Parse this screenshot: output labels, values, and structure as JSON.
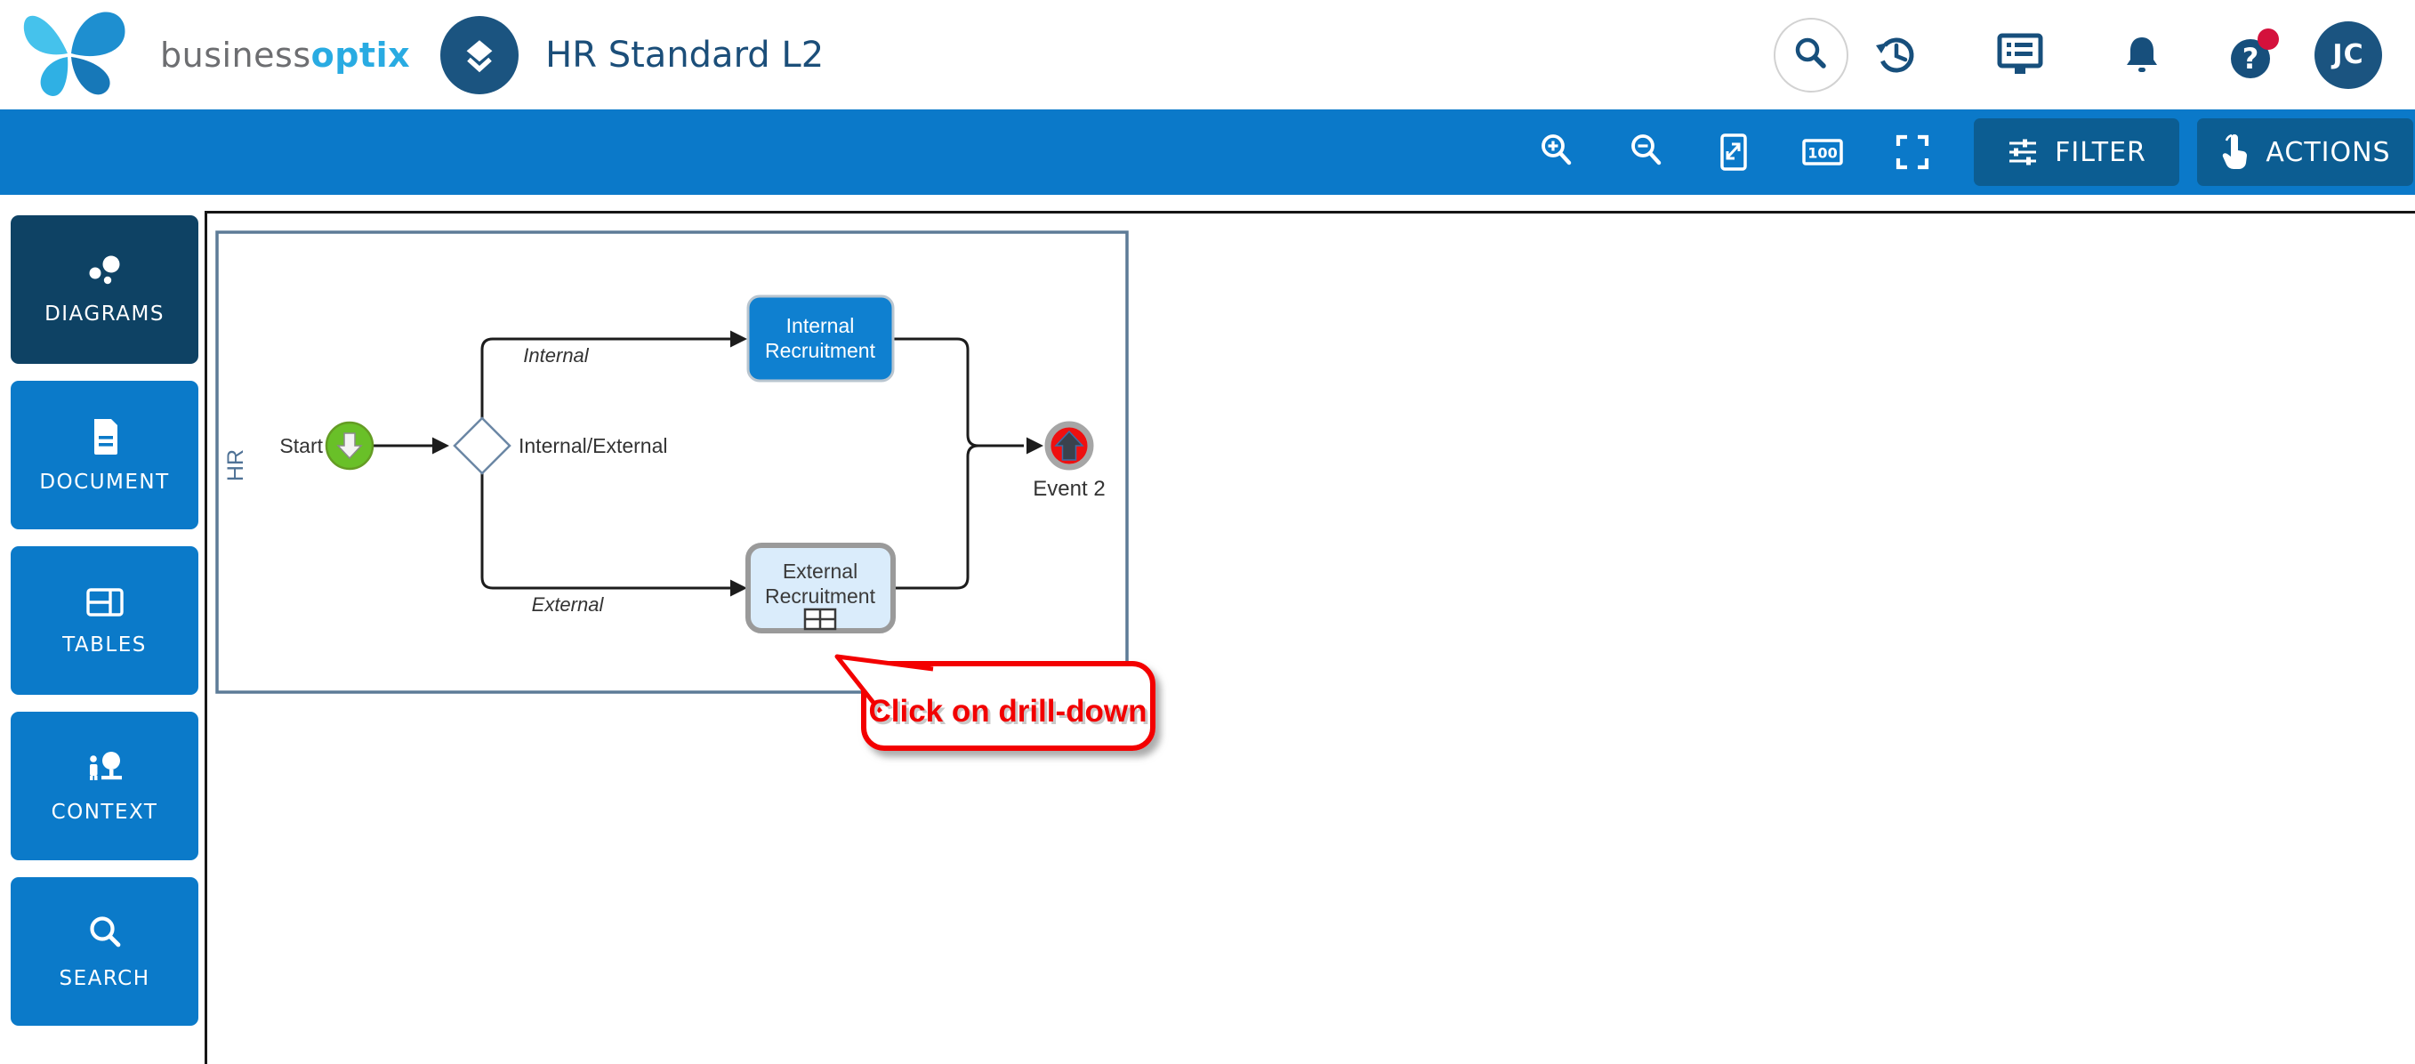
{
  "header": {
    "brand_business": "business",
    "brand_optix": "optix",
    "doc_title": "HR Standard L2",
    "avatar_initials": "JC",
    "icons": [
      "search-icon",
      "history-icon",
      "presentation-list-icon",
      "notifications-bell-icon",
      "help-icon"
    ]
  },
  "toolbar": {
    "icons": [
      "zoom-in-icon",
      "zoom-out-icon",
      "fit-page-icon",
      "zoom-100-icon",
      "fullscreen-icon"
    ],
    "zoom_100_label": "100",
    "filter_label": "FILTER",
    "actions_label": "ACTIONS"
  },
  "sidebar": {
    "items": [
      {
        "label": "DIAGRAMS",
        "icon": "diagrams-icon",
        "active": true
      },
      {
        "label": "DOCUMENT",
        "icon": "document-icon",
        "active": false
      },
      {
        "label": "TABLES",
        "icon": "tables-icon",
        "active": false
      },
      {
        "label": "CONTEXT",
        "icon": "context-icon",
        "active": false
      },
      {
        "label": "SEARCH",
        "icon": "search-icon",
        "active": false
      }
    ]
  },
  "diagram": {
    "lane_label": "HR",
    "start_label": "Start",
    "gateway_label": "Internal/External",
    "internal_branch_label": "Internal",
    "external_branch_label": "External",
    "internal_task_line1": "Internal",
    "internal_task_line2": "Recruitment",
    "external_task_line1": "External",
    "external_task_line2": "Recruitment",
    "event_label": "Event 2",
    "callout_text": "Click on drill-down"
  },
  "colors": {
    "primary_blue": "#0b79c9",
    "dark_button_blue": "#0c5d92",
    "active_nav_navy": "#0e4264",
    "icon_navy": "#174f7c",
    "title_navy": "#1b4e79",
    "brand_gray": "#6d6e71",
    "brand_cyan": "#29abe2",
    "task_blue": "#0f80d0",
    "task_light_blue": "#daecfb",
    "pool_border_slate": "#5d7b97",
    "start_green": "#69c028",
    "event_red": "#ee1010",
    "callout_red": "#f30000",
    "help_badge_red": "#d4113c"
  }
}
